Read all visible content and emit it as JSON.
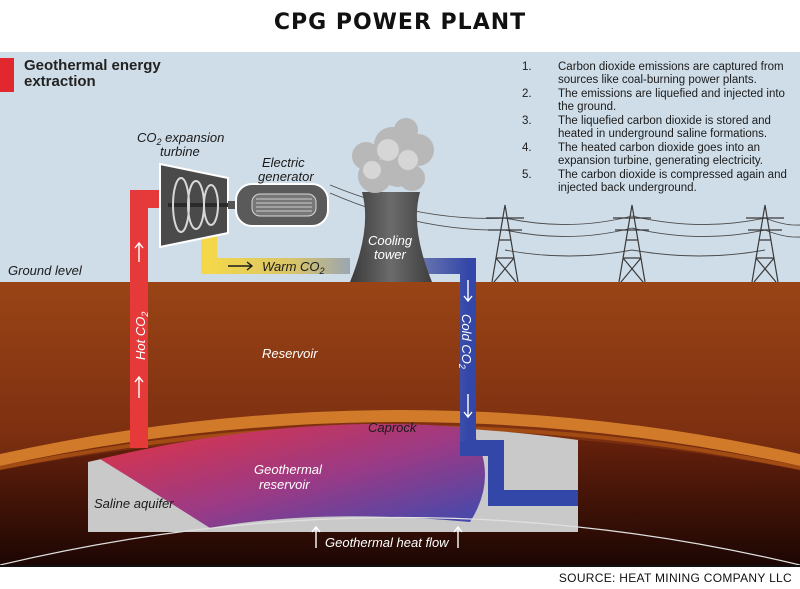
{
  "title": "CPG POWER PLANT",
  "heading": "Geothermal energy extraction",
  "steps": [
    {
      "num": "1.",
      "text": "Carbon dioxide emissions are captured from sources like coal-burning power plants."
    },
    {
      "num": "2.",
      "text": "The emissions are liquefied and injected into the ground."
    },
    {
      "num": "3.",
      "text": "The liquefied carbon dioxide is stored and heated in underground saline formations."
    },
    {
      "num": "4.",
      "text": "The heated carbon dioxide goes into an expansion turbine, generating electricity."
    },
    {
      "num": "5.",
      "text": "The carbon dioxide is compressed again and injected back underground."
    }
  ],
  "labels": {
    "turbine_line1_a": "CO",
    "turbine_line1_sub": "2",
    "turbine_line1_b": " expansion",
    "turbine_line2": "turbine",
    "generator_line1": "Electric",
    "generator_line2": "generator",
    "cooling_line1": "Cooling",
    "cooling_line2": "tower",
    "ground_level": "Ground level",
    "warm_co2": "Warm CO",
    "warm_co2_sub": "2",
    "hot_co2": "Hot CO",
    "hot_co2_sub": "2",
    "cold_co2": "Cold CO",
    "cold_co2_sub": "2",
    "reservoir": "Reservoir",
    "caprock": "Caprock",
    "geothermal_reservoir_line1": "Geothermal",
    "geothermal_reservoir_line2": "reservoir",
    "saline_aquifer": "Saline aquifer",
    "heat_flow": "Geothermal heat flow"
  },
  "source": "SOURCE: HEAT MINING COMPANY LLC",
  "colors": {
    "sky": "#cfdde8",
    "earth": "#8f3a12",
    "caprock": "#d07a2a",
    "hot_pipe": "#e63a3a",
    "cold_pipe": "#3347a8",
    "warm_pipe": "#f2d23d",
    "accent": "#e2272e"
  },
  "icons": [
    "turbine-icon",
    "generator-icon",
    "cooling-tower-icon",
    "power-pylon-icon",
    "arrow-up-icon",
    "arrow-down-icon",
    "arrow-right-icon"
  ]
}
